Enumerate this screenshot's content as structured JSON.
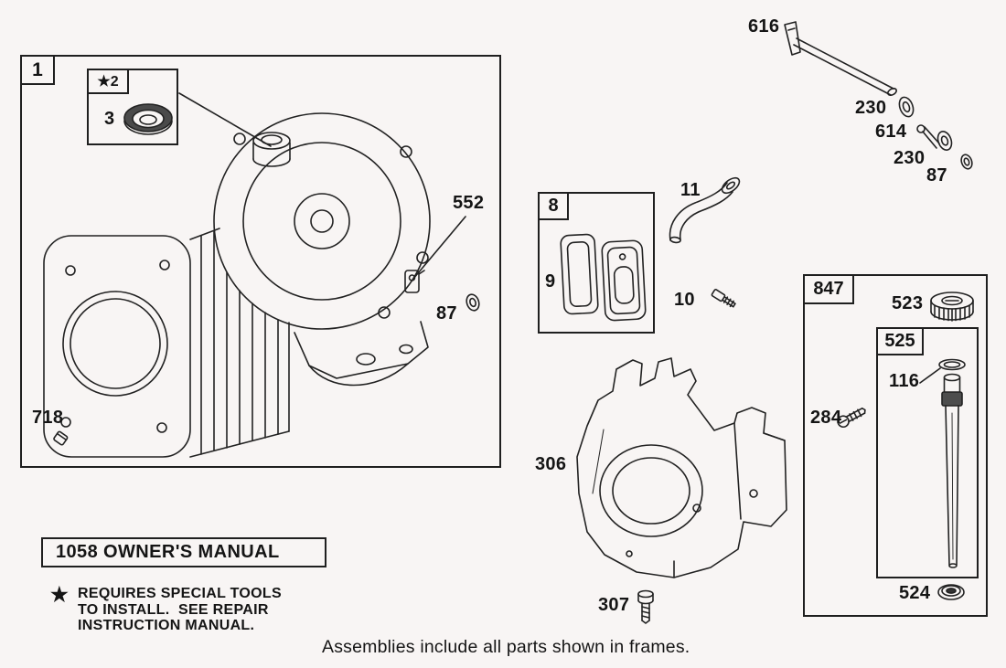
{
  "colors": {
    "background": "#f8f5f4",
    "line": "#222222",
    "text": "#151515"
  },
  "callouts": {
    "n1": "1",
    "n2": "★2",
    "n3": "3",
    "n8": "8",
    "n9": "9",
    "n10": "10",
    "n11": "11",
    "n87a": "87",
    "n87b": "87",
    "n116": "116",
    "n230a": "230",
    "n230b": "230",
    "n284": "284",
    "n306": "306",
    "n307": "307",
    "n523": "523",
    "n524": "524",
    "n525": "525",
    "n552": "552",
    "n614": "614",
    "n616": "616",
    "n718": "718",
    "n847": "847"
  },
  "notes": {
    "owners_manual": "1058 OWNER'S MANUAL",
    "star_symbol": "★",
    "special_tools": [
      "REQUIRES SPECIAL TOOLS",
      "TO INSTALL.  SEE REPAIR",
      "INSTRUCTION MANUAL."
    ]
  },
  "footer": {
    "text": "Assemblies include all parts shown in frames."
  }
}
